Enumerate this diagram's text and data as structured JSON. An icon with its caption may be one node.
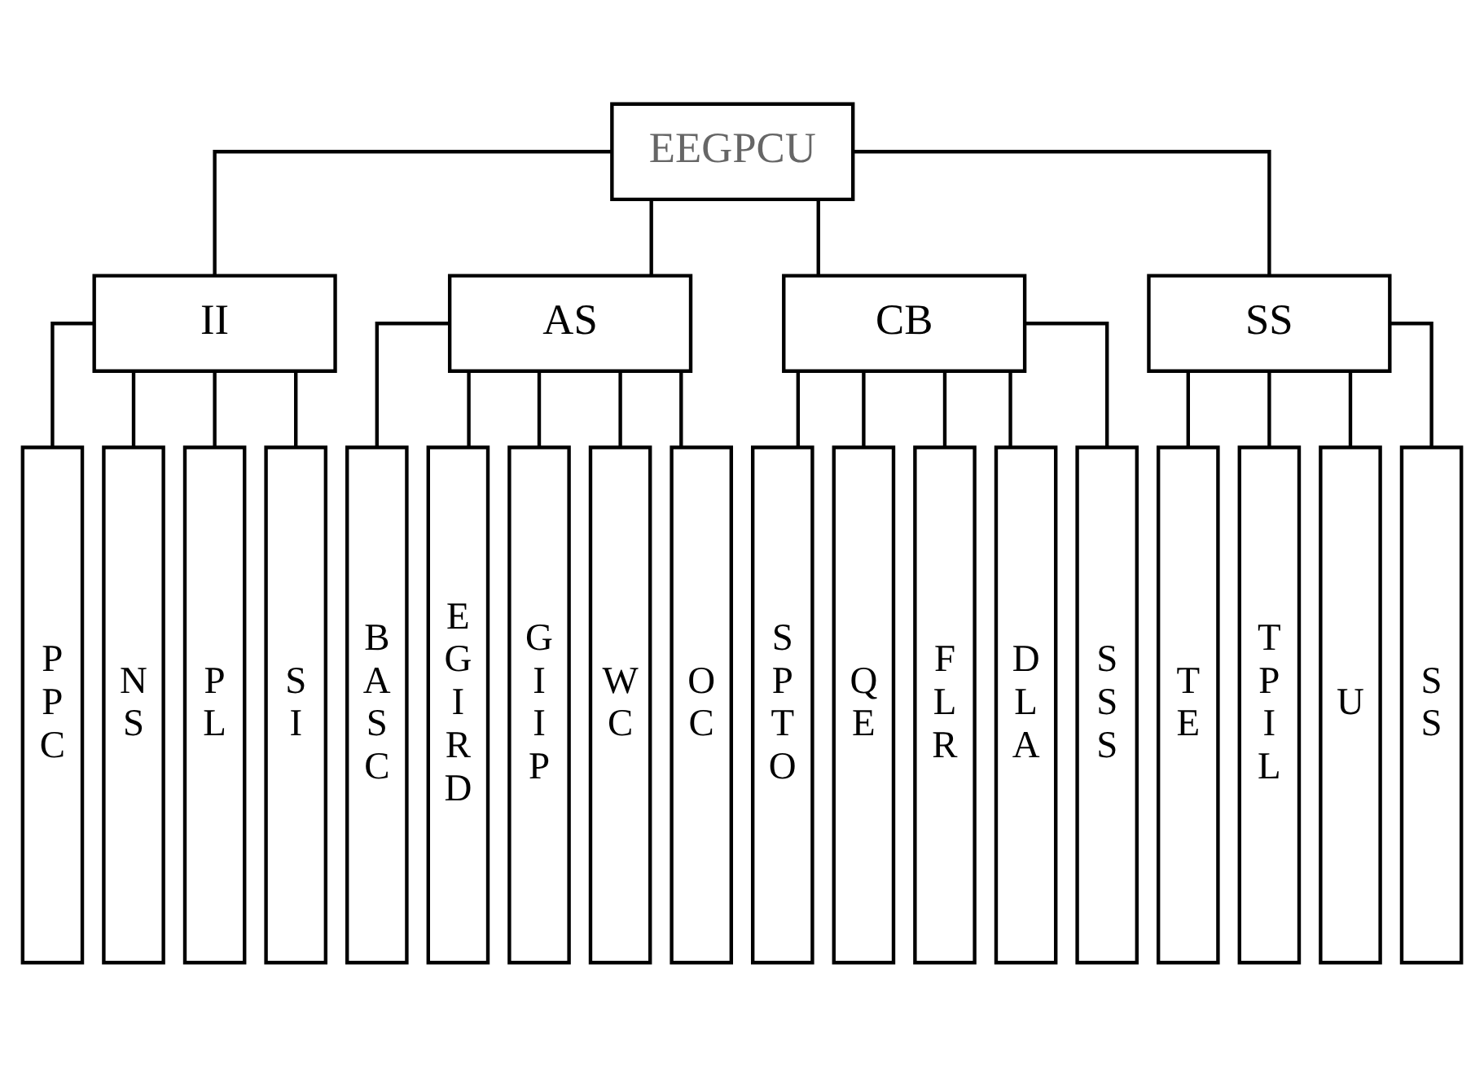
{
  "diagram": {
    "nodes": [
      {
        "text": [
          "EEGPCU"
        ]
      },
      {
        "text": [
          "II"
        ]
      },
      {
        "text": [
          "AS"
        ]
      },
      {
        "text": [
          "CB"
        ]
      },
      {
        "text": [
          "SS"
        ]
      },
      {
        "text": [
          "P P C"
        ]
      },
      {
        "text": [
          "N S"
        ]
      },
      {
        "text": [
          "P L"
        ]
      },
      {
        "text": [
          "S I"
        ]
      },
      {
        "text": [
          "B A S C"
        ]
      },
      {
        "text": [
          "E G I R D"
        ]
      },
      {
        "text": [
          "G I I P"
        ]
      },
      {
        "text": [
          "W C"
        ]
      },
      {
        "text": [
          "O C"
        ]
      },
      {
        "text": [
          "S P T O"
        ]
      },
      {
        "text": [
          "Q E"
        ]
      },
      {
        "text": [
          "F L R"
        ]
      },
      {
        "text": [
          "D L A"
        ]
      },
      {
        "text": [
          "S S S"
        ]
      },
      {
        "text": [
          "T E"
        ]
      },
      {
        "text": [
          "T P I L"
        ]
      },
      {
        "text": [
          "U"
        ]
      },
      {
        "text": [
          "S S"
        ]
      }
    ],
    "edges": [
      {
        "from": 0,
        "to": 1,
        "arrow": "none"
      },
      {
        "from": 0,
        "to": 2,
        "arrow": "none"
      },
      {
        "from": 0,
        "to": 3,
        "arrow": "none"
      },
      {
        "from": 0,
        "to": 4,
        "arrow": "none"
      },
      {
        "from": 1,
        "to": 5,
        "arrow": "none"
      },
      {
        "from": 1,
        "to": 6,
        "arrow": "none"
      },
      {
        "from": 1,
        "to": 7,
        "arrow": "none"
      },
      {
        "from": 1,
        "to": 8,
        "arrow": "none"
      },
      {
        "from": 2,
        "to": 9,
        "arrow": "none"
      },
      {
        "from": 2,
        "to": 10,
        "arrow": "none"
      },
      {
        "from": 2,
        "to": 11,
        "arrow": "none"
      },
      {
        "from": 2,
        "to": 12,
        "arrow": "none"
      },
      {
        "from": 2,
        "to": 13,
        "arrow": "none"
      },
      {
        "from": 3,
        "to": 14,
        "arrow": "none"
      },
      {
        "from": 3,
        "to": 15,
        "arrow": "none"
      },
      {
        "from": 3,
        "to": 16,
        "arrow": "none"
      },
      {
        "from": 3,
        "to": 17,
        "arrow": "none"
      },
      {
        "from": 3,
        "to": 18,
        "arrow": "none"
      },
      {
        "from": 4,
        "to": 19,
        "arrow": "none"
      },
      {
        "from": 4,
        "to": 20,
        "arrow": "none"
      },
      {
        "from": 4,
        "to": 21,
        "arrow": "none"
      },
      {
        "from": 4,
        "to": 22,
        "arrow": "none"
      }
    ]
  }
}
